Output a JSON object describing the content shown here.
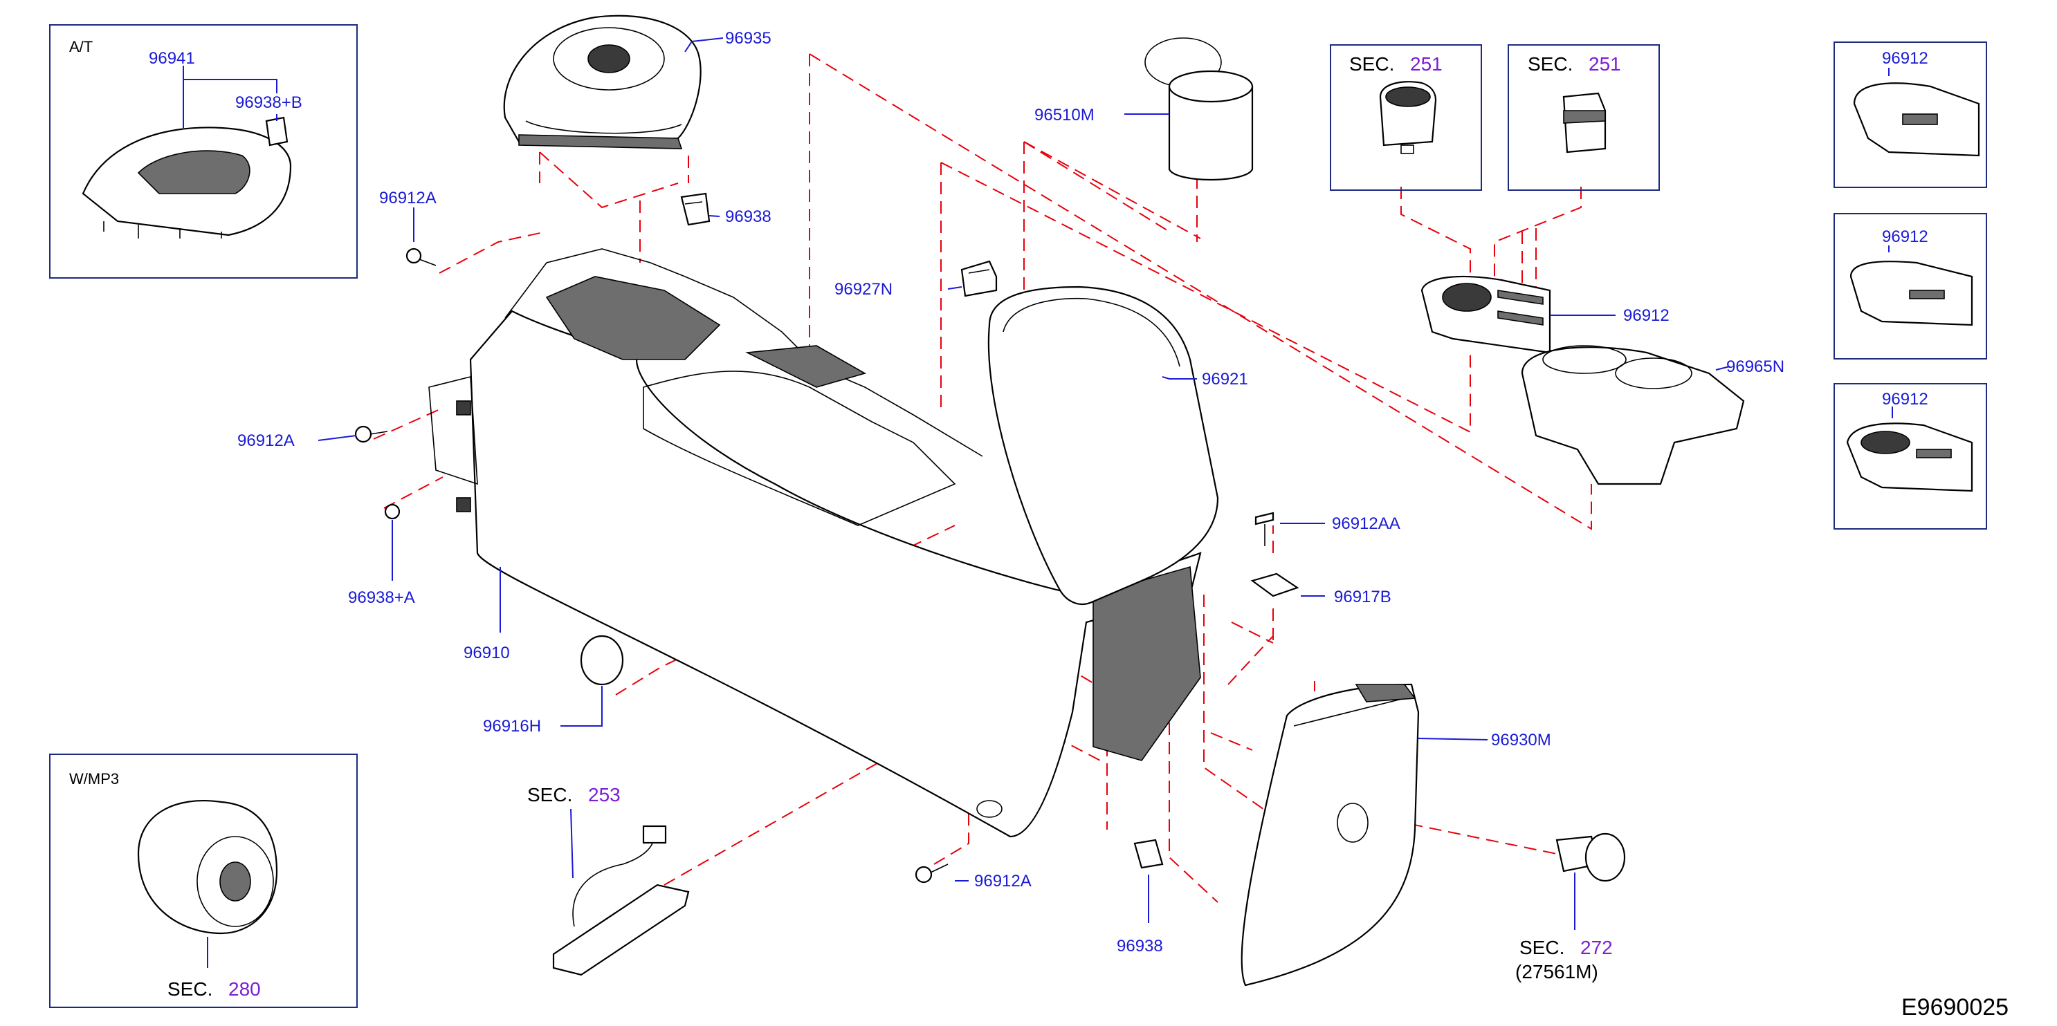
{
  "labels": {
    "p96941": "96941",
    "p96938b": "96938+B",
    "p96935": "96935",
    "p96912a_top": "96912A",
    "p96938_top": "96938",
    "p96510m": "96510M",
    "p96927n": "96927N",
    "p96912a_left": "96912A",
    "p96938a": "96938+A",
    "p96910": "96910",
    "p96916h": "96916H",
    "p96921": "96921",
    "p96912aa": "96912AA",
    "p96917b": "96917B",
    "p96912_center": "96912",
    "p96965n": "96965N",
    "p96930m": "96930M",
    "p96912a_bottom": "96912A",
    "p96938_bottom": "96938",
    "p96912_box1": "96912",
    "p96912_box2": "96912",
    "p96912_box3": "96912"
  },
  "boxes": {
    "at": "A/T",
    "mp3": "W/MP3"
  },
  "sections": {
    "sec_word": "SEC.",
    "s251a": "251",
    "s251b": "251",
    "s253": "253",
    "s280": "280",
    "s272": "272",
    "s272_part": "(27561M)"
  },
  "diagram_code": "E9690025"
}
